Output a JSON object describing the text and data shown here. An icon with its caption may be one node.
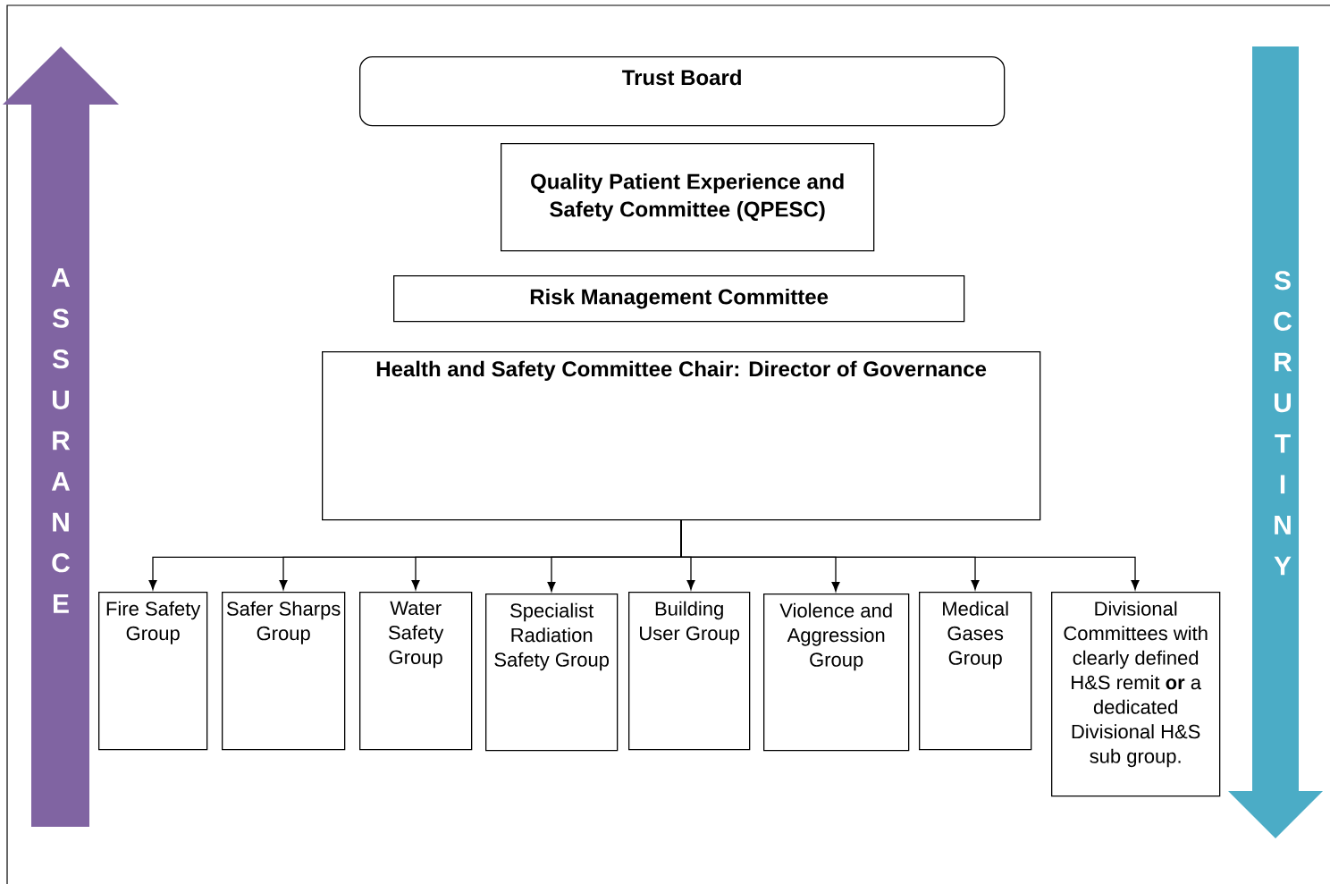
{
  "diagram": {
    "nodes": [
      {
        "text": [
          "Trust Board"
        ]
      },
      {
        "text": [
          "Quality Patient Experience and Safety Committee (QPESC)"
        ]
      },
      {
        "text": [
          "Risk Management Committee"
        ]
      },
      {
        "text": [
          "Health and Safety Committee Chair: Director of Governance"
        ]
      },
      {
        "text": [
          "Fire Safety Group"
        ]
      },
      {
        "text": [
          "Safer Sharps Group"
        ]
      },
      {
        "text": [
          "Water Safety Group"
        ]
      },
      {
        "text": [
          "Specialist Radiation Safety Group"
        ]
      },
      {
        "text": [
          "Building User Group"
        ]
      },
      {
        "text": [
          "Violence and Aggression Group"
        ]
      },
      {
        "text": [
          "Medical Gases Group"
        ]
      },
      {
        "text": [
          "Divisional Committees with clearly defined H&S remit **or** a dedicated Divisional H&S sub group."
        ]
      }
    ],
    "edges": [
      {
        "from": 3,
        "to": 4,
        "arrow": "to"
      },
      {
        "from": 3,
        "to": 5,
        "arrow": "to"
      },
      {
        "from": 3,
        "to": 6,
        "arrow": "to"
      },
      {
        "from": 3,
        "to": 7,
        "arrow": "to"
      },
      {
        "from": 3,
        "to": 8,
        "arrow": "to"
      },
      {
        "from": 3,
        "to": 9,
        "arrow": "to"
      },
      {
        "from": 3,
        "to": 10,
        "arrow": "to"
      },
      {
        "from": 3,
        "to": 11,
        "arrow": "to"
      }
    ],
    "labels": [
      "ASSURANCE",
      "SCRUTINY"
    ]
  }
}
